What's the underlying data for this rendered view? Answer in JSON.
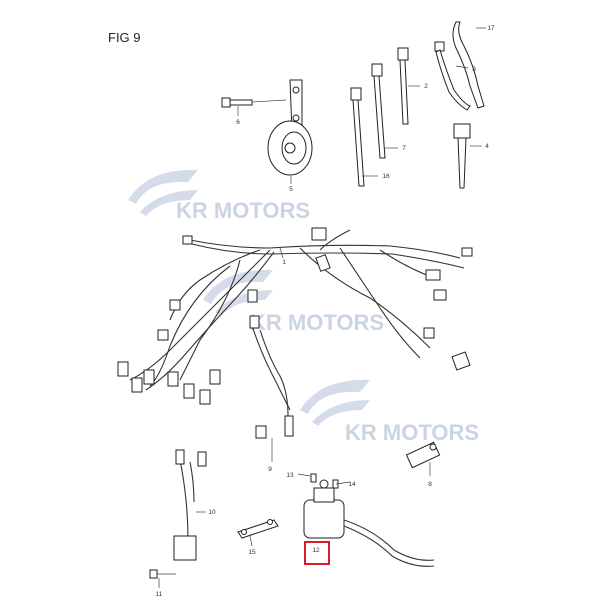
{
  "figure": {
    "title": "FIG 9"
  },
  "watermark": {
    "brand": "KR MOTORS",
    "color": "#b9c6da"
  },
  "highlight": {
    "part": "12",
    "color": "#d81e25"
  },
  "callouts": [
    {
      "id": "c1",
      "label": "1"
    },
    {
      "id": "c2",
      "label": "2"
    },
    {
      "id": "c3",
      "label": "3"
    },
    {
      "id": "c4",
      "label": "4"
    },
    {
      "id": "c5",
      "label": "5"
    },
    {
      "id": "c6",
      "label": "6"
    },
    {
      "id": "c7",
      "label": "7"
    },
    {
      "id": "c8",
      "label": "8"
    },
    {
      "id": "c9",
      "label": "9"
    },
    {
      "id": "c10",
      "label": "10"
    },
    {
      "id": "c11",
      "label": "11"
    },
    {
      "id": "c12",
      "label": "12"
    },
    {
      "id": "c13",
      "label": "13"
    },
    {
      "id": "c14",
      "label": "14"
    },
    {
      "id": "c15",
      "label": "15"
    },
    {
      "id": "c16",
      "label": "16"
    },
    {
      "id": "c17",
      "label": "17"
    }
  ]
}
